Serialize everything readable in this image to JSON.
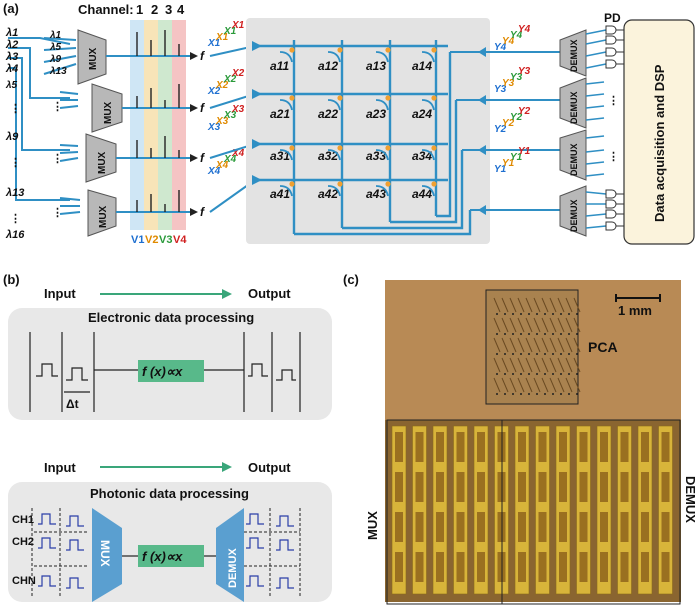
{
  "panel_a": {
    "label": "(a)",
    "channel_header": "Channel:",
    "channel_numbers": [
      "1",
      "2",
      "3",
      "4"
    ],
    "lambda_main": [
      "λ1",
      "λ2",
      "λ3",
      "λ4"
    ],
    "lambda_side": [
      "λ5",
      "λ9",
      "λ13",
      "λ16"
    ],
    "lambda_groups": [
      [
        "λ1",
        "λ5",
        "λ9",
        "λ13"
      ]
    ],
    "mux_label": "MUX",
    "demux_label": "DEMUX",
    "f_label": "f",
    "v_labels": [
      "V1",
      "V2",
      "V3",
      "V4"
    ],
    "x_rows": [
      [
        "X1",
        "X1",
        "X1",
        "X1"
      ],
      [
        "X2",
        "X2",
        "X2",
        "X2"
      ],
      [
        "X3",
        "X3",
        "X3",
        "X3"
      ],
      [
        "X4",
        "X4",
        "X4",
        "X4"
      ]
    ],
    "y_rows": [
      [
        "Y4",
        "Y4",
        "Y4",
        "Y4"
      ],
      [
        "Y3",
        "Y3",
        "Y3",
        "Y3"
      ],
      [
        "Y2",
        "Y2",
        "Y2",
        "Y2"
      ],
      [
        "Y1",
        "Y1",
        "Y1",
        "Y1"
      ]
    ],
    "cells": [
      [
        "a11",
        "a12",
        "a13",
        "a14"
      ],
      [
        "a21",
        "a22",
        "a23",
        "a24"
      ],
      [
        "a31",
        "a32",
        "a33",
        "a34"
      ],
      [
        "a41",
        "a42",
        "a43",
        "a44"
      ]
    ],
    "pd_label": "PD",
    "daq_label": "Data acquisition and DSP",
    "ellipsis": "⋮"
  },
  "panel_b": {
    "label": "(b)",
    "input_label": "Input",
    "output_label": "Output",
    "electronic_title": "Electronic data processing",
    "photonic_title": "Photonic data processing",
    "function_label": "f (x)∝x",
    "delta_t": "Δt",
    "channels": [
      "CH1",
      "CH2",
      "CHN"
    ],
    "mux_label": "MUX",
    "demux_label": "DEMUX"
  },
  "panel_c": {
    "label": "(c)",
    "scale_label": "1 mm",
    "pca_label": "PCA",
    "mux_label": "MUX",
    "demux_label": "DEMUX"
  },
  "colors": {
    "waveguide": "#2f8fc4",
    "matrix_bg": "#e3e3e3",
    "bar_blue": "#cfe6f5",
    "bar_yellow": "#f8e4b8",
    "bar_green": "#cfe8cf",
    "bar_red": "#f5c4c4",
    "v1": "#1e6fd0",
    "v2": "#e08a00",
    "v3": "#2a9a3a",
    "v4": "#d02020",
    "arrow_green": "#3aa67a",
    "box_bg": "#e8e8e8",
    "func_green": "#58b98a",
    "chip_bg": "#b07f4c",
    "gold": "#d8b43a",
    "daq_bg": "#fbf3dc"
  }
}
